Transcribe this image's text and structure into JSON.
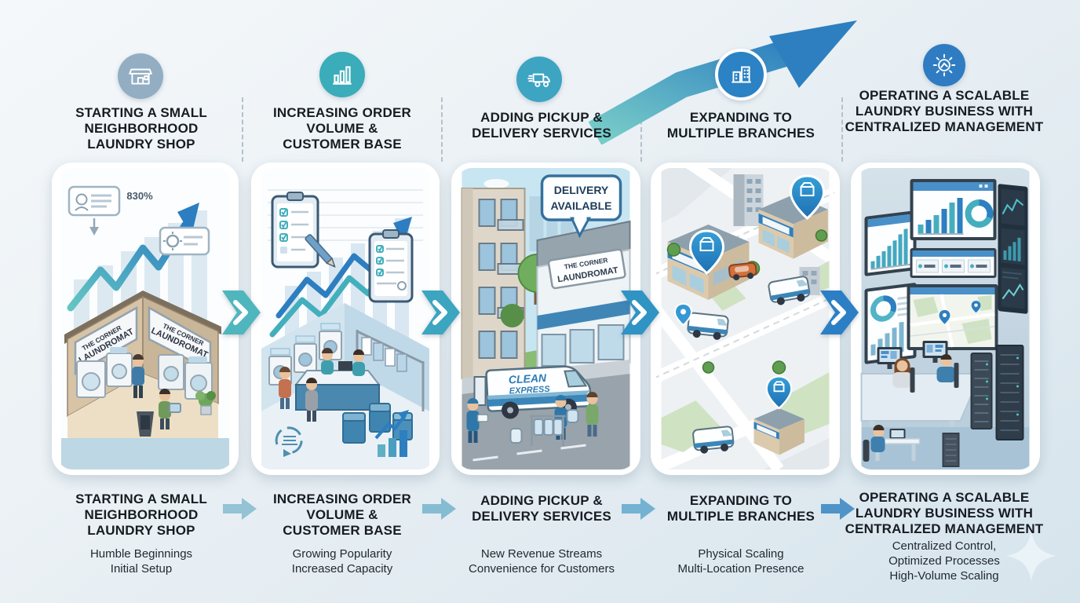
{
  "page": {
    "title": "Laundry Business Growth Stages Infographic"
  },
  "colors": {
    "heading_text": "#171c22",
    "subtitle_text": "#222930",
    "stage_icon_colors": [
      "#93aec3",
      "#3aacba",
      "#3da4c2",
      "#2b82c4",
      "#2f7cc2"
    ],
    "chevron_colors": [
      "#4fb6bd",
      "#3ca5c0",
      "#2f93c4",
      "#2c7fc4"
    ],
    "bottom_arrow_colors": [
      "#93c3d4",
      "#85bcd2",
      "#74b2d2",
      "#4e94c8"
    ],
    "swoosh_gradient": [
      "#77ccc8",
      "#2d7fc0"
    ]
  },
  "stages": [
    {
      "icon": "storefront-icon",
      "title_lines": [
        "STARTING A SMALL",
        "NEIGHBORHOOD",
        "LAUNDRY SHOP"
      ],
      "subtitle_lines": [
        "Humble Beginnings",
        "Initial Setup"
      ],
      "illustration": {
        "description": "Corner laundry shop cutaway with growth arrow",
        "growth_label": "830%",
        "sign_line1": "THE CORNER",
        "sign_line2": "LAUNDROMAT"
      }
    },
    {
      "icon": "bar-chart-icon",
      "title_lines": [
        "INCREASING ORDER",
        "VOLUME &",
        "CUSTOMER BASE"
      ],
      "subtitle_lines": [
        "Growing Popularity",
        "Increased Capacity"
      ],
      "illustration": {
        "description": "Busy laundry interior with checklists and rising arrows"
      }
    },
    {
      "icon": "delivery-truck-icon",
      "title_lines": [
        "ADDING PICKUP &",
        "DELIVERY SERVICES"
      ],
      "subtitle_lines": [
        "New Revenue Streams",
        "Convenience for Customers"
      ],
      "illustration": {
        "description": "Delivery van outside the laundromat storefront",
        "bubble_line1": "DELIVERY",
        "bubble_line2": "AVAILABLE",
        "sign_line1": "THE CORNER",
        "sign_line2": "LAUNDROMAT",
        "van_line1": "CLEAN",
        "van_line2": "EXPRESS"
      }
    },
    {
      "icon": "buildings-icon",
      "title_lines": [
        "EXPANDING TO",
        "MULTIPLE BRANCHES"
      ],
      "subtitle_lines": [
        "Physical Scaling",
        "Multi-Location Presence"
      ],
      "illustration": {
        "description": "Isometric city map with branch stores, location pins and vans"
      }
    },
    {
      "icon": "gear-icon",
      "title_lines": [
        "OPERATING A SCALABLE",
        "LAUNDRY BUSINESS WITH",
        "CENTRALIZED MANAGEMENT"
      ],
      "subtitle_lines": [
        "Centralized Control,",
        "Optimized Processes",
        "High-Volume Scaling"
      ],
      "illustration": {
        "description": "Central operations room with dashboards, map screen and servers"
      }
    }
  ]
}
